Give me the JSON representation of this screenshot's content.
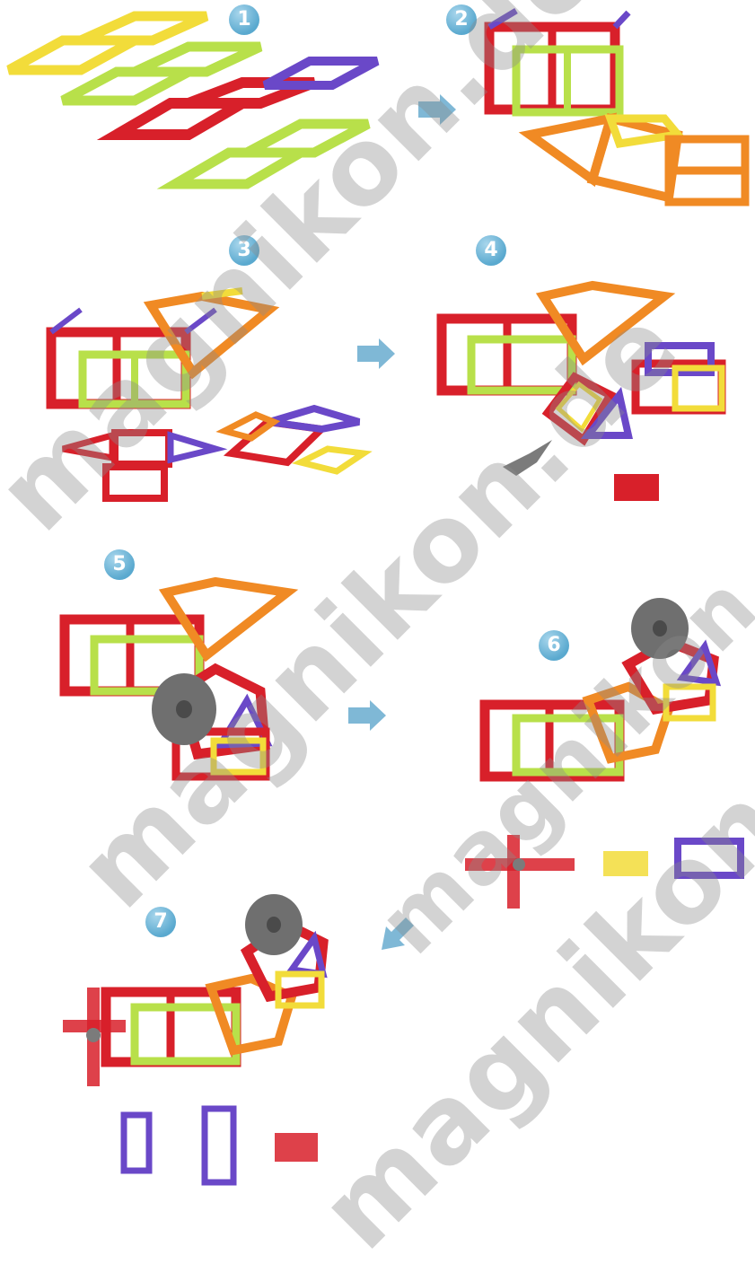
{
  "colors": {
    "step_badge": "#5aa9cf",
    "arrow": "#7fb8d6",
    "red": "#d8202a",
    "green": "#b8e04a",
    "yellow": "#f2dc3a",
    "orange": "#f08a24",
    "purple": "#6a48c8",
    "watermark": "#8c8c8c"
  },
  "steps": [
    {
      "number": "1"
    },
    {
      "number": "2"
    },
    {
      "number": "3"
    },
    {
      "number": "4"
    },
    {
      "number": "5"
    },
    {
      "number": "6"
    },
    {
      "number": "7"
    }
  ],
  "watermarks": [
    "magnikon.de",
    "magnikon.de",
    "magnikon.de",
    "magnikon.de"
  ],
  "icons": [
    "arrow-right-icon",
    "arrow-down-left-icon"
  ]
}
